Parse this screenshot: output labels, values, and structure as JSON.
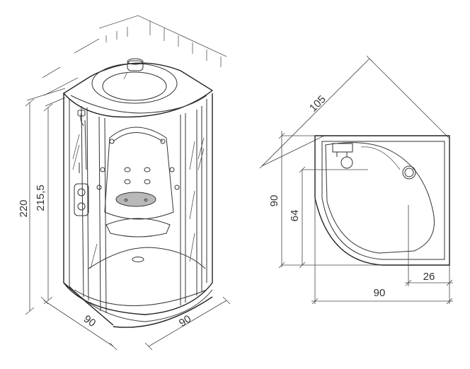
{
  "dimensions": {
    "iso_width_left": "90",
    "iso_width_right": "90",
    "iso_total_height": "220",
    "iso_cabin_height": "215,5",
    "plan_diagonal": "105",
    "plan_depth": "90",
    "plan_inner_depth": "64",
    "plan_width": "90",
    "plan_offset": "26"
  }
}
